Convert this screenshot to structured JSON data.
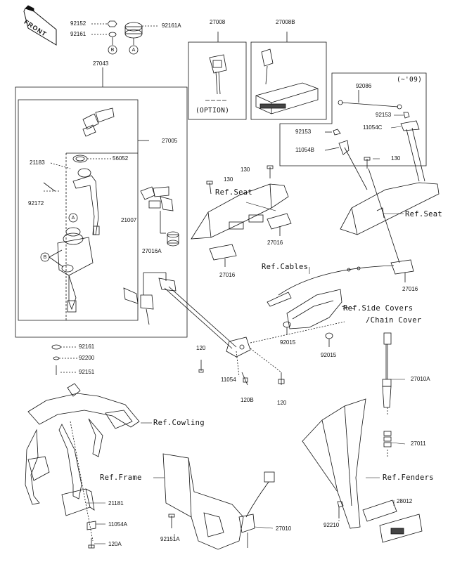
{
  "direction_tag": "FRONT",
  "option_note": "(OPTION)",
  "year_note": "(~'09)",
  "callout_letters": {
    "a": "A",
    "b": "B"
  },
  "part_numbers": {
    "p92152": "92152",
    "p92161_top": "92161",
    "p92161A": "92161A",
    "p27008": "27008",
    "p27008B": "27008B",
    "p27043": "27043",
    "p27005": "27005",
    "p21183": "21183",
    "p56052": "56052",
    "p92172": "92172",
    "p21007": "21007",
    "p27016A": "27016A",
    "p92086": "92086",
    "p92153_r": "92153",
    "p11054C": "11054C",
    "p92153_l": "92153",
    "p11054B": "11054B",
    "p130_r": "130",
    "p130_c": "130",
    "p130_l": "130",
    "p27016_a": "27016",
    "p27016_b": "27016",
    "p27016_c": "27016",
    "p92015_a": "92015",
    "p92015_b": "92015",
    "p92161_mid": "92161",
    "p92200": "92200",
    "p92151": "92151",
    "p120_a": "120",
    "p11054": "11054",
    "p120B": "120B",
    "p120_b": "120",
    "p27010A": "27010A",
    "p27011": "27011",
    "p28012": "28012",
    "p92210": "92210",
    "p21181": "21181",
    "p11054A": "11054A",
    "p120A": "120A",
    "p92151A": "92151A",
    "p27010": "27010"
  },
  "references": {
    "seat_center": "Ref.Seat",
    "seat_right": "Ref.Seat",
    "cables": "Ref.Cables",
    "side_covers": "Ref.Side Covers",
    "chain_cover": "/Chain Cover",
    "cowling": "Ref.Cowling",
    "frame": "Ref.Frame",
    "fenders": "Ref.Fenders"
  }
}
